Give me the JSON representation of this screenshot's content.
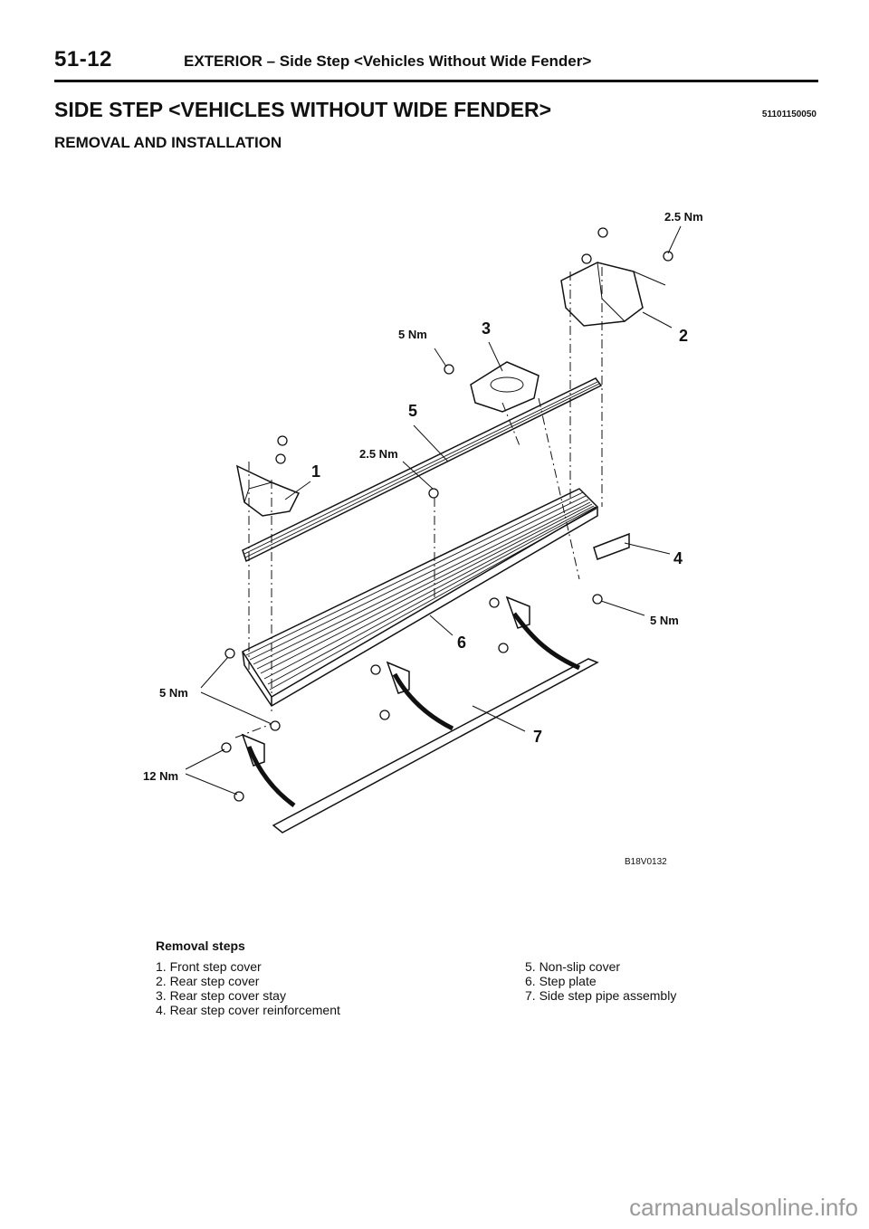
{
  "header": {
    "page_number": "51-12",
    "title": "EXTERIOR – Side Step <Vehicles Without Wide Fender>"
  },
  "section": {
    "title": "SIDE STEP <VEHICLES WITHOUT WIDE FENDER>",
    "code": "51101150050",
    "subtitle": "REMOVAL AND INSTALLATION"
  },
  "diagram": {
    "figure_code": "B18V0132",
    "callouts": {
      "part_1": "1",
      "part_2": "2",
      "part_3": "3",
      "part_4": "4",
      "part_5": "5",
      "part_6": "6",
      "part_7": "7"
    },
    "torques": {
      "top_right": "2.5 Nm",
      "stay": "5 Nm",
      "center": "2.5 Nm",
      "reinforcement": "5 Nm",
      "front_bottom": "5 Nm",
      "bracket": "12 Nm"
    }
  },
  "removal_steps": {
    "heading": "Removal steps",
    "left": [
      "1. Front step cover",
      "2. Rear step cover",
      "3. Rear step cover stay",
      "4. Rear step cover reinforcement"
    ],
    "right": [
      "5. Non-slip cover",
      "6. Step plate",
      "7. Side step pipe assembly"
    ]
  },
  "watermark": "carmanualsonline.info"
}
